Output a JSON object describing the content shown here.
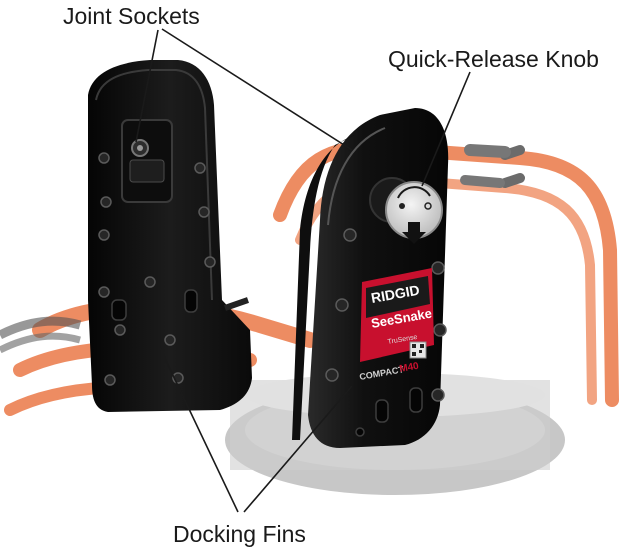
{
  "figure": {
    "callouts": {
      "joint_sockets": "Joint Sockets",
      "quick_release_knob": "Quick-Release Knob",
      "docking_fins": "Docking Fins"
    },
    "product_markings": {
      "brand": "RIDGID",
      "product": "SeeSnake",
      "sub_brand": "TruSense",
      "model": "COMPACT",
      "model_suffix": "M40"
    },
    "colors": {
      "frame_orange": "#e8662e",
      "fin_black": "#141414",
      "brand_red": "#c8102e",
      "reel_gray": "#8a8a8a"
    }
  }
}
